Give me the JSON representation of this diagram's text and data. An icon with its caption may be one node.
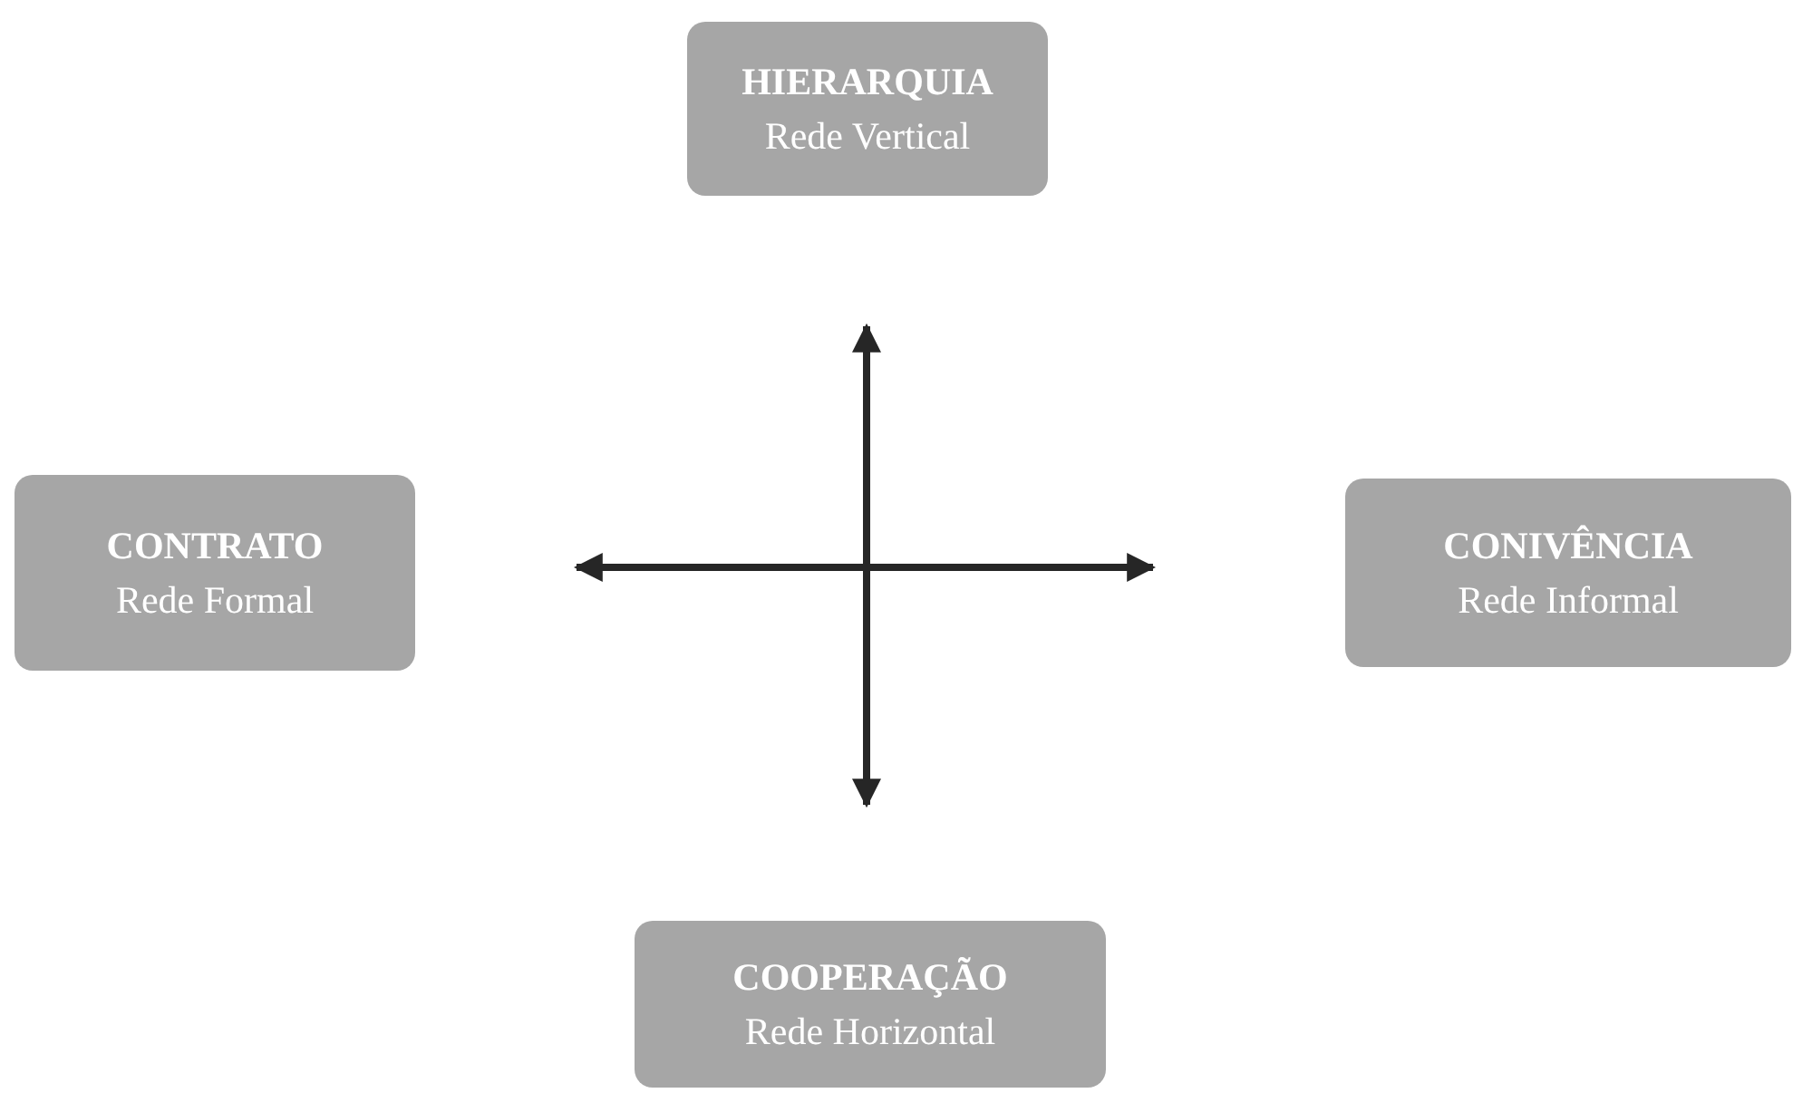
{
  "diagram": {
    "nodes": [
      {
        "text": [
          "HIERARQUIA",
          "Rede Vertical"
        ]
      },
      {
        "text": [
          "CONTRATO",
          "Rede Formal"
        ]
      },
      {
        "text": [
          "CONIVÊNCIA",
          "Rede Informal"
        ]
      },
      {
        "text": [
          "COOPERAÇÃO",
          "Rede Horizontal"
        ]
      }
    ]
  }
}
